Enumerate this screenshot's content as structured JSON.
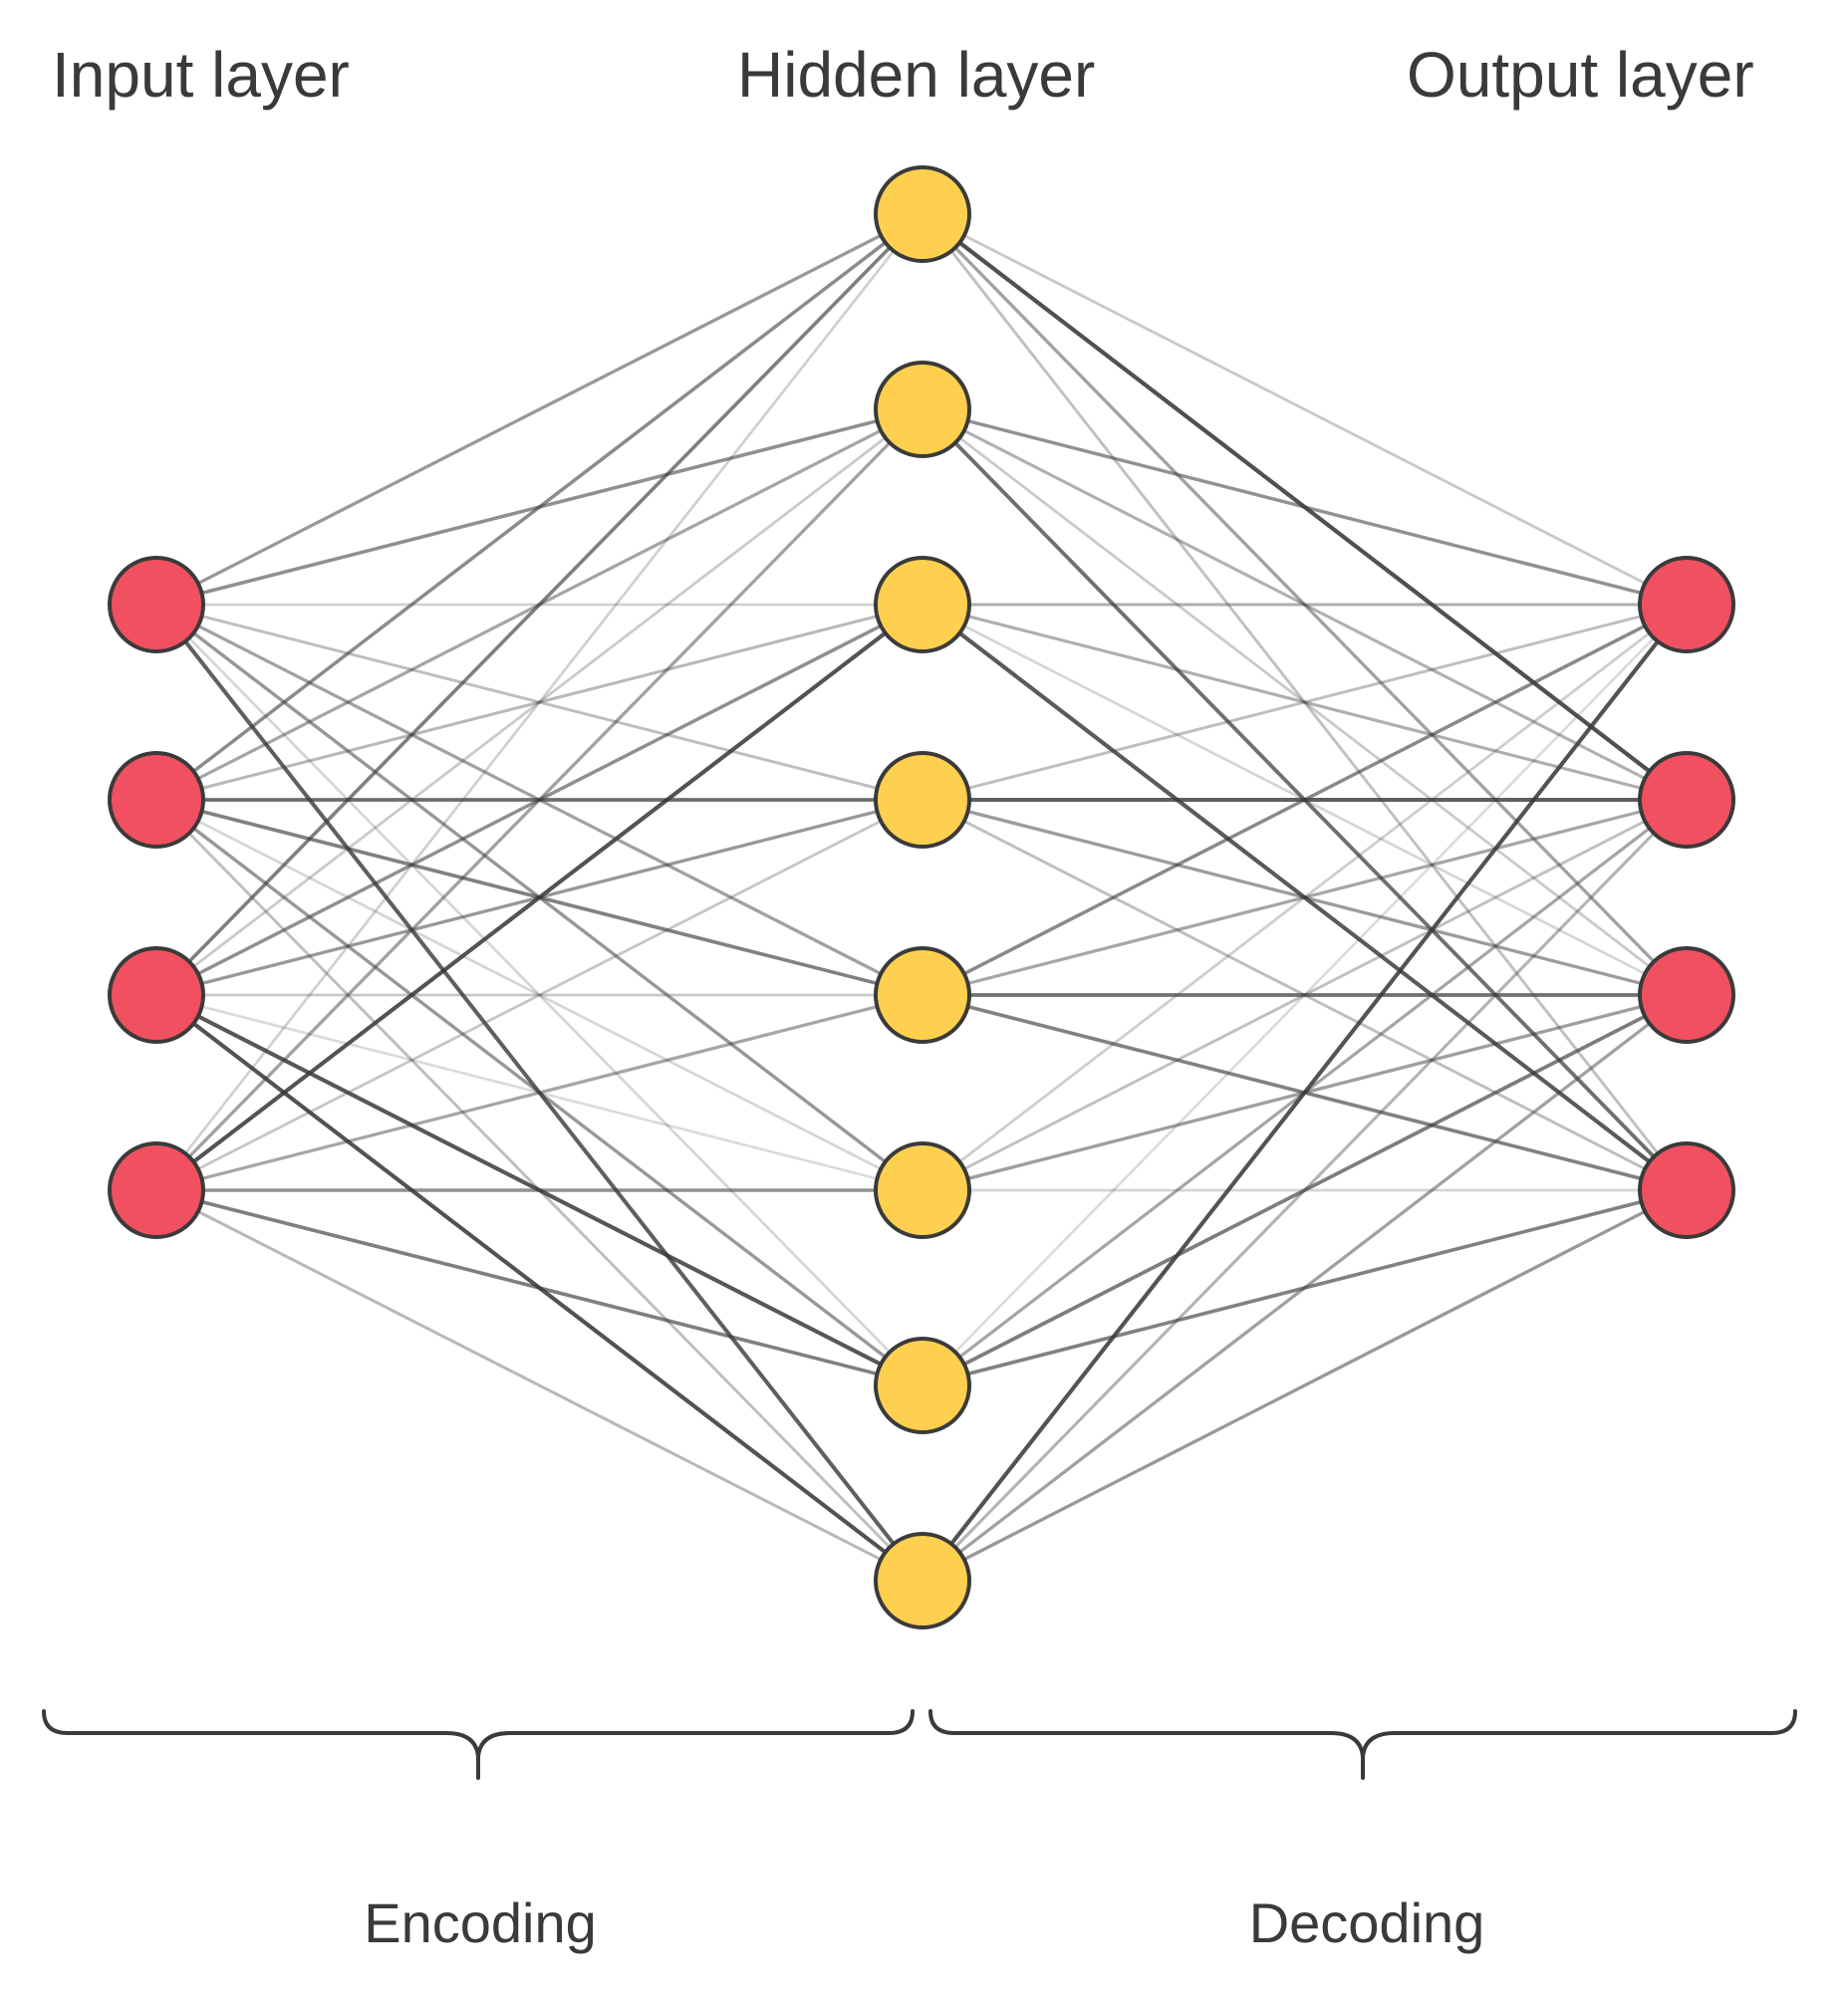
{
  "layers": {
    "input": {
      "title": "Input layer",
      "count": 4,
      "color": "#f0505f"
    },
    "hidden": {
      "title": "Hidden layer",
      "count": 8,
      "color": "#ffd04f"
    },
    "output": {
      "title": "Output layer",
      "count": 4,
      "color": "#f0505f"
    }
  },
  "phases": {
    "encoding": "Encoding",
    "decoding": "Decoding"
  },
  "colors": {
    "node_stroke": "#3a3a3a",
    "edge": "#3a3a3a",
    "text": "#3a3a3a"
  },
  "connections": "fully-connected"
}
